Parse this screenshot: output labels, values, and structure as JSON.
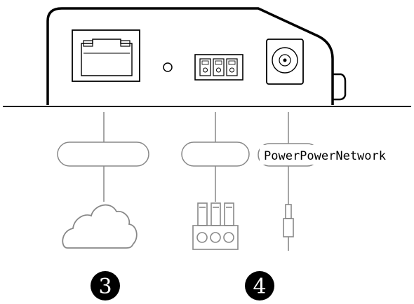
{
  "device": {
    "ports": [
      "ethernet-port",
      "status-led",
      "terminal-block-3pin",
      "dc-power-jack"
    ]
  },
  "labels": {
    "network": "",
    "terminal": "",
    "power": "PowerPowerNetwork"
  },
  "icons": {
    "network": "cloud-icon",
    "terminal": "terminal-block-icon",
    "power": "dc-plug-icon"
  },
  "badges": [
    "3",
    "4"
  ],
  "colors": {
    "stroke": "#000000",
    "light_stroke": "#888888",
    "badge_fill": "#000000",
    "badge_text": "#ffffff"
  }
}
